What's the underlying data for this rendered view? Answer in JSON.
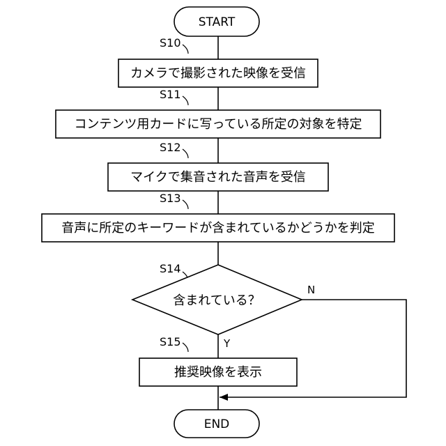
{
  "flowchart": {
    "start": "START",
    "end": "END",
    "steps": [
      {
        "id": "S10",
        "text": "カメラで撮影された映像を受信"
      },
      {
        "id": "S11",
        "text": "コンテンツ用カードに写っている所定の対象を特定"
      },
      {
        "id": "S12",
        "text": "マイクで集音された音声を受信"
      },
      {
        "id": "S13",
        "text": "音声に所定のキーワードが含まれているかどうかを判定"
      }
    ],
    "decision": {
      "id": "S14",
      "text": "含まれている？",
      "yes_label": "Y",
      "no_label": "N"
    },
    "final_step": {
      "id": "S15",
      "text": "推奨映像を表示"
    }
  }
}
